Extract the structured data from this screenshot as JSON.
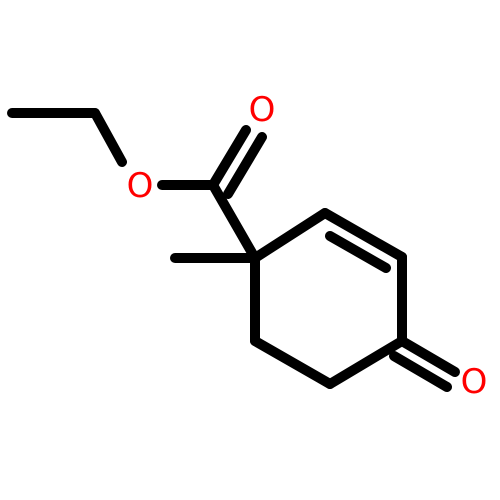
{
  "molecule": {
    "atoms": [
      {
        "id": "ester-O-carbonyl",
        "symbol": "O",
        "color": "#ff0000"
      },
      {
        "id": "ester-O-ether",
        "symbol": "O",
        "color": "#ff0000"
      },
      {
        "id": "ketone-O",
        "symbol": "O",
        "color": "#ff0000"
      }
    ],
    "bond_color": "#000000"
  }
}
